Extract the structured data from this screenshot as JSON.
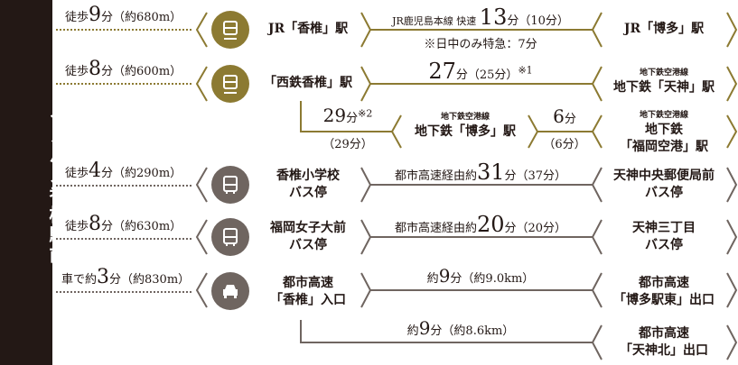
{
  "title": "イノバス香椎駅前",
  "colors": {
    "gold": "#8c7a32",
    "grey": "#6f6560",
    "dark": "#231815"
  },
  "rows": [
    {
      "walk_pre": "徒歩",
      "walk_num": "9",
      "walk_post": "分（約680m）",
      "icon": "train-icon",
      "origin": "JR「香椎」駅",
      "route_pre": "JR鹿児島本線 快速 ",
      "route_num": "13",
      "route_post": "分（10分）",
      "route_note": "※日中のみ特急：7分",
      "dest": "JR「博多」駅"
    },
    {
      "walk_pre": "徒歩",
      "walk_num": "8",
      "walk_post": "分（約600m）",
      "icon": "train-icon",
      "origin": "「西鉄香椎」駅",
      "route_num": "27",
      "route_post": "分（25分）",
      "route_mark": "※1",
      "dest_small": "地下鉄空港線",
      "dest": "地下鉄「天神」駅"
    },
    {
      "branch_num": "29",
      "branch_post": "分",
      "branch_mark": "※2",
      "branch_sub": "（29分）",
      "mid_small": "地下鉄空港線",
      "mid": "地下鉄「博多」駅",
      "leg_num": "6",
      "leg_post": "分",
      "leg_sub": "（6分）",
      "dest_small": "地下鉄空港線",
      "dest_line1": "地下鉄",
      "dest_line2": "「福岡空港」駅"
    },
    {
      "walk_pre": "徒歩",
      "walk_num": "4",
      "walk_post": "分（約290m）",
      "icon": "bus-icon",
      "origin1": "香椎小学校",
      "origin2": "バス停",
      "route_pre": "都市高速経由約",
      "route_num": "31",
      "route_post": "分（37分）",
      "dest1": "天神中央郵便局前",
      "dest2": "バス停"
    },
    {
      "walk_pre": "徒歩",
      "walk_num": "8",
      "walk_post": "分（約630m）",
      "icon": "bus-icon",
      "origin1": "福岡女子大前",
      "origin2": "バス停",
      "route_pre": "都市高速経由約",
      "route_num": "20",
      "route_post": "分（20分）",
      "dest1": "天神三丁目",
      "dest2": "バス停"
    },
    {
      "walk_pre": "車で約",
      "walk_num": "3",
      "walk_post": "分（約830m）",
      "icon": "car-icon",
      "origin1": "都市高速",
      "origin2": "「香椎」入口",
      "route_pre": "約",
      "route_num": "9",
      "route_post": "分（約9.0km）",
      "dest1": "都市高速",
      "dest2": "「博多駅東」出口"
    },
    {
      "route_pre": "約",
      "route_num": "9",
      "route_post": "分（約8.6km）",
      "dest1": "都市高速",
      "dest2": "「天神北」出口"
    }
  ]
}
